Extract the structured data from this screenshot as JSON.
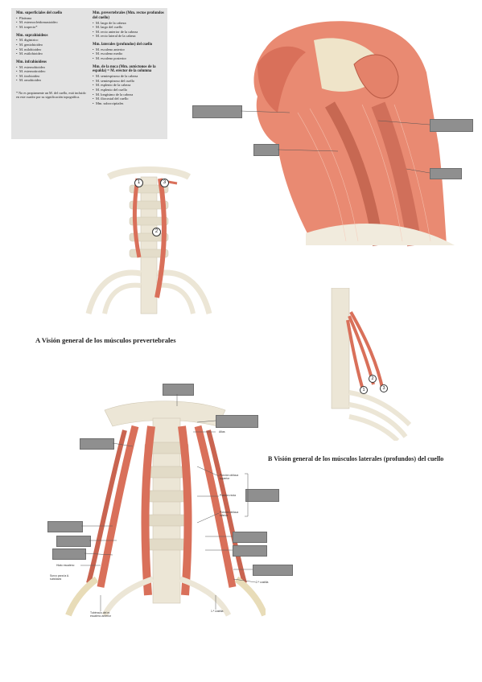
{
  "legend": {
    "left_groups": [
      {
        "title": "Mm. superficiales del cuello",
        "items": [
          "Platisma",
          "M. esternocleidomastoideo",
          "M. trapecio*"
        ]
      },
      {
        "title": "Mm. suprahioideos",
        "items": [
          "M. digástrico",
          "M. geniohioideo",
          "M. milohioideo",
          "M. estilohioideo"
        ]
      },
      {
        "title": "Mm. infrahioideos",
        "items": [
          "M. esternohioideo",
          "M. esternotiroideo",
          "M. tirohioideo",
          "M. omohioideo"
        ]
      }
    ],
    "footnote": "* No es propiamente un M. del cuello, está incluido en este cuadro por su significación topográfica.",
    "right_groups": [
      {
        "title": "Mm. prevertebrales (Mm. rectos profundos del cuello)",
        "items": [
          "M. largo de la cabeza",
          "M. largo del cuello",
          "M. recto anterior de la cabeza",
          "M. recto lateral de la cabeza"
        ]
      },
      {
        "title": "Mm. laterales (profundos) del cuello",
        "items": [
          "M. escaleno anterior",
          "M. escaleno medio",
          "M. escaleno posterior"
        ]
      },
      {
        "title": "Mm. de la nuca (Mm. autóctonos de la espalda) = M. erector de la columna",
        "items": [
          "M. semiespinoso de la cabeza",
          "M. semiespinoso del cuello",
          "M. esplenio de la cabeza",
          "M. esplenio del cuello",
          "M. longísimo de la cabeza",
          "M. iliocostal del cuello",
          "Mm. suboccipitales"
        ]
      }
    ]
  },
  "captions": {
    "a": "A  Visión general de los músculos prevertebrales",
    "b": "B  Visión general de los músculos laterales (profundos) del cuello"
  },
  "markers": {
    "a": [
      "1",
      "2",
      "3"
    ],
    "b": [
      "1",
      "2",
      "3"
    ]
  },
  "figure_labels": {
    "atlas": "Atlas",
    "obliqua_sup": "Porción oblicua superior",
    "recta": "Porción recta",
    "obliqua_inf": "Porción oblicua inferior",
    "hiato": "Hiato escaleno",
    "surco": "Surco para la A. subclavia",
    "costilla2": "2.ª costilla",
    "costilla1": "1.ª costilla",
    "tuberculo": "Tubérculo del m. escaleno anterior"
  },
  "colors": {
    "muscle": "#d9705a",
    "bone": "#ece6d6",
    "mask": "#8f8f8f"
  }
}
